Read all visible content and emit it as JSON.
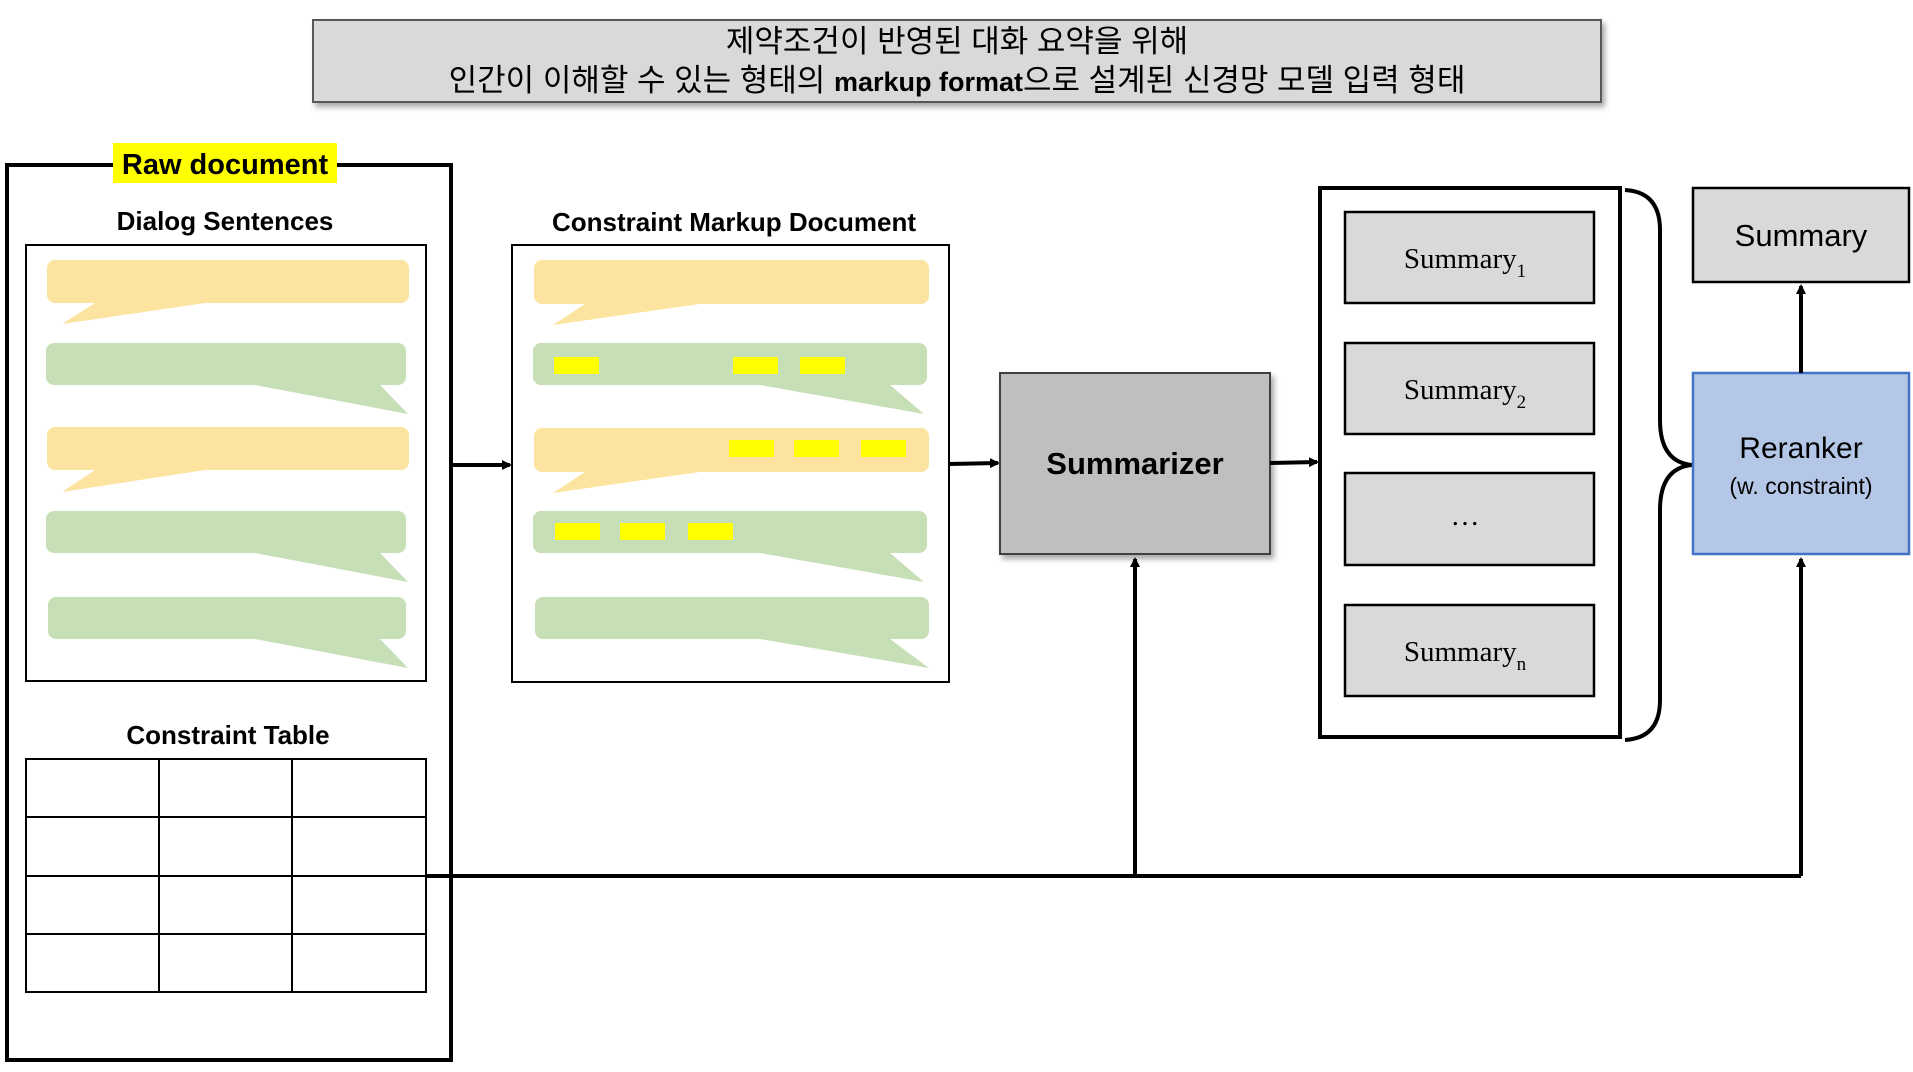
{
  "title": {
    "line1": "제약조건이 반영된 대화 요약을 위해",
    "line2_pre": "인간이 이해할 수 있는 형태의 ",
    "line2_markup": "markup format",
    "line2_post": "으로 설계된 신경망 모델 입력 형태"
  },
  "raw_document": {
    "label": "Raw document",
    "highlight_color": "#ffff00",
    "dialog_title": "Dialog Sentences",
    "table_title": "Constraint Table",
    "table": {
      "rows": 4,
      "cols": 3
    }
  },
  "markup_document": {
    "title": "Constraint Markup Document"
  },
  "summarizer": {
    "label": "Summarizer"
  },
  "candidates": {
    "items": [
      {
        "base": "Summary",
        "sub": "1"
      },
      {
        "base": "Summary",
        "sub": "2"
      },
      {
        "base": "…",
        "sub": ""
      },
      {
        "base": "Summary",
        "sub": "n"
      }
    ]
  },
  "reranker": {
    "label": "Reranker",
    "sublabel": "(w. constraint)"
  },
  "output": {
    "label": "Summary"
  },
  "colors": {
    "bubble_orange": "#fde3a0",
    "bubble_green": "#c6dfb6",
    "highlight_yellow": "#ffff00",
    "box_gray": "#d9d9d9",
    "summarizer_gray": "#bfbfbf",
    "reranker_blue": "#b4c7e7",
    "reranker_border": "#4472c4"
  }
}
